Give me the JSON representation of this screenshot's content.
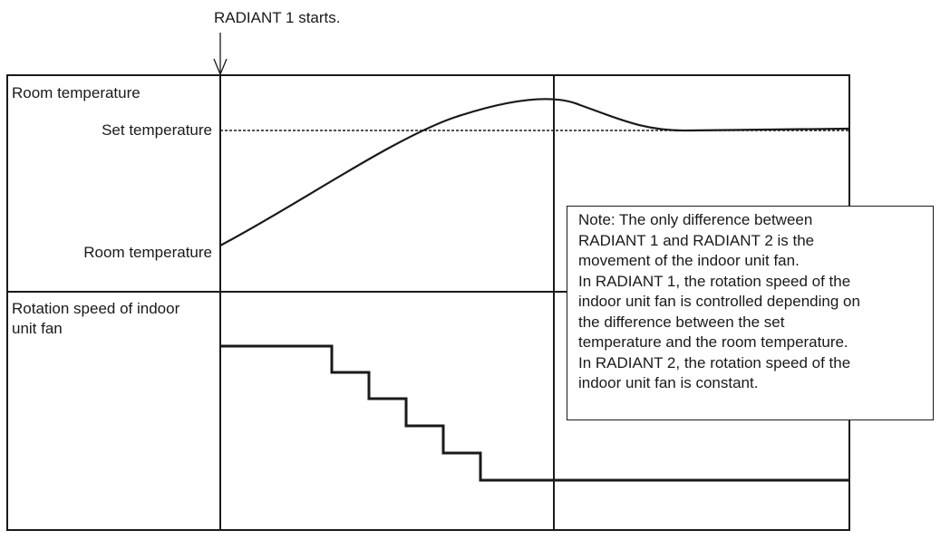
{
  "annotation": {
    "start_label": "RADIANT 1 starts."
  },
  "top_panel": {
    "title": "Room temperature",
    "set_temperature_label": "Set temperature",
    "room_temperature_label": "Room temperature"
  },
  "bottom_panel": {
    "title_line1": "Rotation speed of indoor",
    "title_line2": "unit fan"
  },
  "note": {
    "lines": [
      "Note: The only difference between",
      "RADIANT 1 and RADIANT 2 is the",
      "movement of the indoor unit fan.",
      "In RADIANT 1, the rotation speed of the",
      "indoor unit fan is controlled depending on",
      "the difference between the set",
      "temperature and the room temperature.",
      "In RADIANT 2, the rotation speed of the",
      "indoor unit fan is constant."
    ]
  },
  "colors": {
    "line": "#1a1a1a",
    "background": "#ffffff"
  }
}
